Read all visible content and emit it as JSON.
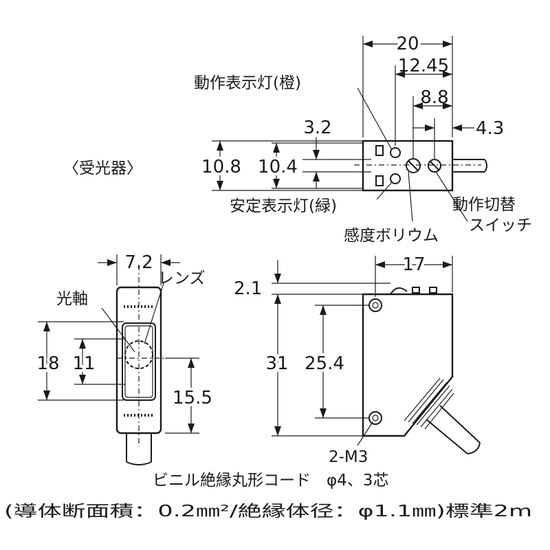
{
  "receiver_label": "〈受光器〉",
  "top_view": {
    "dims": {
      "width_total": "20",
      "offset_12_45": "12.45",
      "offset_8_8": "8.8",
      "offset_4_3": "4.3",
      "offset_3_2": "3.2",
      "height_10_8": "10.8",
      "height_10_4": "10.4"
    },
    "labels": {
      "operation_indicator": "動作表示灯(橙)",
      "stability_indicator": "安定表示灯(緑)",
      "sensitivity_volume": "感度ボリウム",
      "mode_switch_line1": "動作切替",
      "mode_switch_line2": "スイッチ"
    }
  },
  "front_view": {
    "dims": {
      "width": "7.2",
      "height_18": "18",
      "height_11": "11",
      "height_15_5": "15.5"
    },
    "labels": {
      "optical_axis": "光軸",
      "lens": "レンズ"
    }
  },
  "side_view": {
    "dims": {
      "width_17": "17",
      "offset_2_1": "2.1",
      "height_31": "31",
      "hole_pitch": "25.4"
    },
    "labels": {
      "mount_holes": "2-M3"
    }
  },
  "cable_note": {
    "line1": "ビニル絶縁丸形コード　φ4、3芯",
    "line2": "(導体断面積：0.2㎜²/絶縁体径：φ1.1㎜)標準2m"
  }
}
